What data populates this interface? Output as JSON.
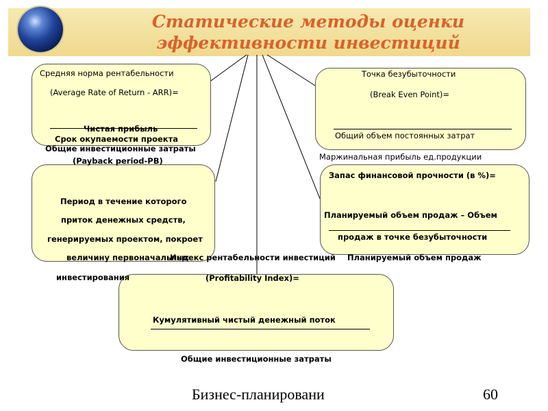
{
  "slide": {
    "title_line1": "Статические методы оценки",
    "title_line2": "эффективности инвестиций",
    "arr": {
      "line1": "Средняя норма рентабельности",
      "line2": "(Average Rate of Return - ARR)=",
      "numerator": "Чистая прибыль",
      "denominator": "Общие инвестиционные затраты"
    },
    "pb": {
      "heading": "Срок окупаемости проекта",
      "subheading": "(Payback period-PB)",
      "body1": "Период в течение которого",
      "body2": "приток денежных средств,",
      "body3": "генерируемых проектом, покроет",
      "body4": "величину первоначальных",
      "body5": "инвестирования"
    },
    "bep": {
      "line1": "Точка безубыточности",
      "line2": "(Break Even Point)=",
      "numerator": "Общий объем постоянных затрат",
      "denominator": "Маржинальная прибыль ед.продукции"
    },
    "safety": {
      "line1": "Запас финансовой прочности (в %)=",
      "numerator1": "Планируемый объем продаж – Объем",
      "numerator2": "продаж в точке безубыточности",
      "denominator": "Планируемый объем продаж"
    },
    "pi": {
      "line1": "Индекс рентабельности инвестиций",
      "line2": "(Profitability Index)=",
      "numerator": "Кумулятивный чистый денежный поток",
      "denominator": "Общие инвестиционные затраты"
    },
    "footer_text": "Бизнес-планировани",
    "page_number": "60"
  }
}
